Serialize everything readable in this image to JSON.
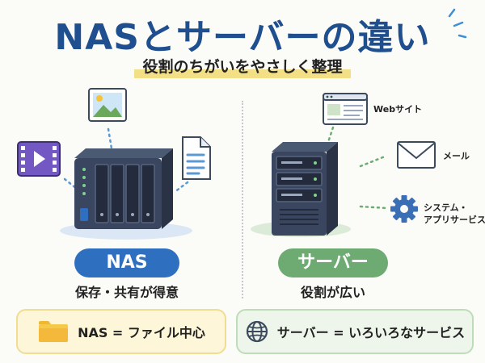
{
  "header": {
    "title": "NASとサーバーの違い",
    "subtitle": "役割のちがいをやさしく整理"
  },
  "nas": {
    "label": "NAS",
    "caption": "保存・共有が得意",
    "summary": "NAS = ファイル中心",
    "accent": "#2f6fbf",
    "icons": [
      "image-icon",
      "video-icon",
      "document-icon",
      "folder-icon"
    ]
  },
  "server": {
    "label": "サーバー",
    "caption": "役割が広い",
    "summary": "サーバー = いろいろなサービス",
    "accent": "#6dab72",
    "roles": [
      {
        "label": "Webサイト",
        "icon": "browser-icon"
      },
      {
        "label": "メール",
        "icon": "mail-icon"
      },
      {
        "label": "システム・",
        "label2": "アプリサービス",
        "icon": "gear-icon"
      }
    ],
    "icons": [
      "globe-icon"
    ]
  }
}
